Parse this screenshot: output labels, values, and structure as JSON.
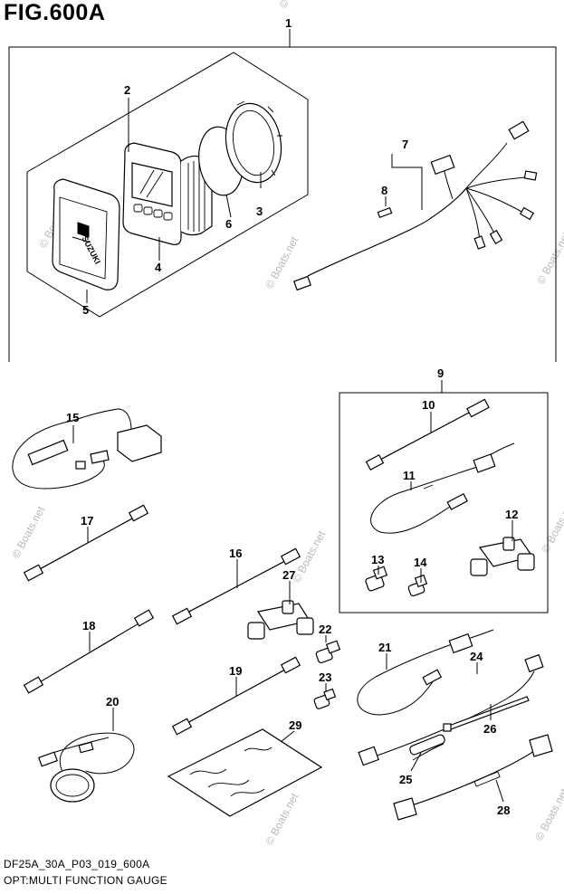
{
  "figure": {
    "title": "FIG.600A",
    "drawing_code": "DF25A_30A_P03_019_600A",
    "caption": "OPT:MULTI FUNCTION GAUGE"
  },
  "gauge_logo": "SUZUKI",
  "watermark": "© Boats.net",
  "callouts": [
    "1",
    "2",
    "3",
    "4",
    "5",
    "6",
    "7",
    "8",
    "9",
    "10",
    "11",
    "12",
    "13",
    "14",
    "15",
    "16",
    "17",
    "18",
    "19",
    "20",
    "21",
    "22",
    "23",
    "24",
    "25",
    "26",
    "27",
    "28",
    "29"
  ]
}
